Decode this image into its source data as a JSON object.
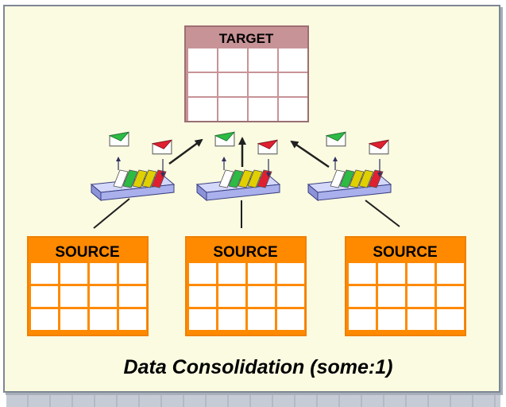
{
  "diagram": {
    "target_label": "TARGET",
    "source_labels": [
      "SOURCE",
      "SOURCE",
      "SOURCE"
    ],
    "caption": "Data Consolidation (some:1)"
  },
  "colors": {
    "background": "#fbfbe1",
    "border": "#7d8794",
    "target_header": "#c79397",
    "target_border": "#9c6f72",
    "source_header": "#ff8a00",
    "source_border": "#f08000",
    "tray": "#b8bff0",
    "envelope_green": "#2dbb44",
    "envelope_yellow": "#e0d000",
    "envelope_red": "#e02030"
  },
  "icons": {
    "tray": "inbox-tray-icon",
    "envelope_in": "green-envelope-icon",
    "envelope_out": "red-envelope-icon"
  }
}
